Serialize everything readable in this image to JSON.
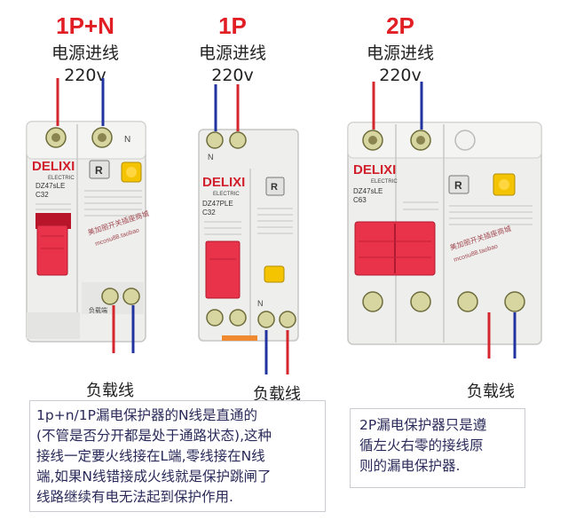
{
  "products": [
    {
      "title": "1P+N",
      "line1": "电源进线",
      "line2": "220v",
      "load": "负载线",
      "brand": "DELIXI",
      "brand_sub": "ELECTRIC",
      "model": "DZ47sLE",
      "rating": "C32",
      "btn": "R",
      "terminal": "N",
      "load_side": "负载端"
    },
    {
      "title": "1P",
      "line1": "电源进线",
      "line2": "220v",
      "load": "负载线",
      "brand": "DELIXI",
      "brand_sub": "ELECTRIC",
      "model": "DZ47PLE",
      "rating": "C32",
      "btn": "R",
      "terminal_top": "N",
      "terminal": "N"
    },
    {
      "title": "2P",
      "line1": "电源进线",
      "line2": "220v",
      "load": "负载线",
      "brand": "DELIXI",
      "brand_sub": "ELECTRIC",
      "model": "DZ47sLE",
      "rating": "C63",
      "btn": "R"
    }
  ],
  "watermark": {
    "shop": "美加丽开关插座商城",
    "url": "mcosu88.taobao"
  },
  "notes": {
    "left": [
      "1p+n/1P漏电保护器的N线是直通的",
      "(不管是否分开都是处于通路状态),这种",
      "接线一定要火线接在L端,零线接在N线",
      "端,如果N线错接成火线就是保护跳闸了",
      "线路继续有电无法起到保护作用."
    ],
    "right": [
      "2P漏电保护器只是遵",
      "循左火右零的接线原",
      "则的漏电保护器."
    ]
  },
  "colors": {
    "live_wire": "#d4262c",
    "neutral_wire": "#2233a0",
    "breaker_body": "#f0f0ee",
    "handle": "#e8334a",
    "title_red": "#e01e24"
  }
}
